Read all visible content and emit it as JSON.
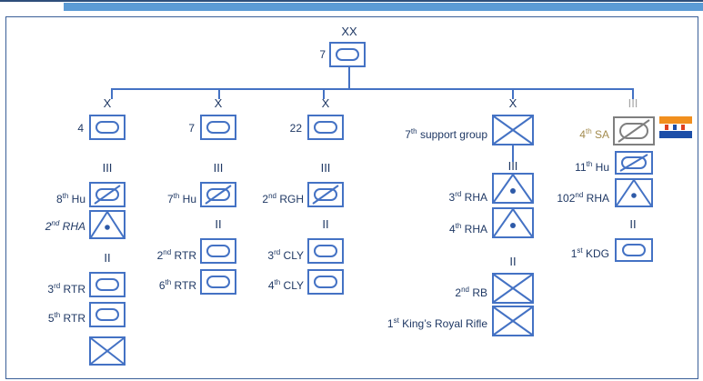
{
  "colors": {
    "unit": "#4472c4",
    "text": "#1f3864",
    "sa_box": "#7f7f7f",
    "sa_text": "#a38b4e"
  },
  "division": {
    "echelon": "XX",
    "label": "7"
  },
  "brigades": [
    {
      "echelon": "X",
      "label": "4",
      "sub_echelons": [
        "III",
        "II"
      ],
      "units": [
        {
          "ord": "8",
          "sup": "th",
          "rest": "Hu"
        },
        {
          "ord": "2",
          "sup": "nd",
          "rest": "RHA"
        },
        {
          "ord": "3",
          "sup": "rd",
          "rest": "RTR"
        },
        {
          "ord": "5",
          "sup": "th",
          "rest": "RTR"
        }
      ]
    },
    {
      "echelon": "X",
      "label": "7",
      "sub_echelons": [
        "III",
        "II"
      ],
      "units": [
        {
          "ord": "7",
          "sup": "th",
          "rest": "Hu"
        },
        {
          "ord": "2",
          "sup": "nd",
          "rest": "RTR"
        },
        {
          "ord": "6",
          "sup": "th",
          "rest": "RTR"
        }
      ]
    },
    {
      "echelon": "X",
      "label": "22",
      "sub_echelons": [
        "III",
        "II"
      ],
      "units": [
        {
          "ord": "2",
          "sup": "nd",
          "rest": "RGH"
        },
        {
          "ord": "3",
          "sup": "rd",
          "rest": "CLY"
        },
        {
          "ord": "4",
          "sup": "th",
          "rest": "CLY"
        }
      ]
    },
    {
      "echelon": "X",
      "label": "7th support group",
      "label_ord": "7",
      "label_sup": "th",
      "label_rest": "support group",
      "sub_echelons": [
        "III",
        "II"
      ],
      "units": [
        {
          "ord": "3",
          "sup": "rd",
          "rest": "RHA"
        },
        {
          "ord": "4",
          "sup": "th",
          "rest": "RHA"
        },
        {
          "ord": "2",
          "sup": "nd",
          "rest": "RB"
        },
        {
          "ord": "1",
          "sup": "st",
          "rest": "King’s Royal Rifle"
        }
      ]
    },
    {
      "echelon": "III",
      "label": "4th SA",
      "label_ord": "4",
      "label_sup": "th",
      "label_rest": "SA",
      "sub_echelons": [
        "II"
      ],
      "units": [
        {
          "ord": "11",
          "sup": "th",
          "rest": "Hu"
        },
        {
          "ord": "102",
          "sup": "nd",
          "rest": "RHA"
        },
        {
          "ord": "1",
          "sup": "st",
          "rest": "KDG"
        }
      ]
    }
  ],
  "icons": [
    "armour-icon",
    "armoured-cavalry-icon",
    "artillery-icon",
    "infantry-icon",
    "south-africa-flag-icon"
  ]
}
